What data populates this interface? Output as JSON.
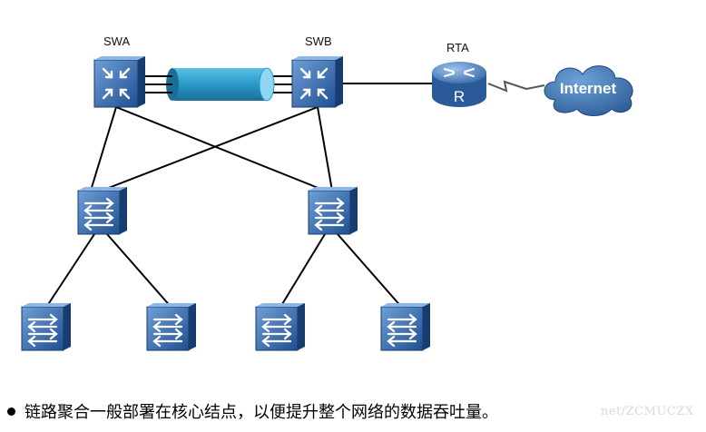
{
  "nodes": {
    "swa": "SWA",
    "swb": "SWB",
    "rta": "RTA",
    "internet": "Internet",
    "router_letter": "R"
  },
  "caption": "链路聚合一般部署在核心结点，以便提升整个网络的数据吞吐量。",
  "watermark": "net/ZCMUCZX",
  "colors": {
    "device_dark": "#1e4d8a",
    "device_light": "#4f86c9",
    "trunk": "#2a98c7",
    "cloud": "#2f67a3"
  }
}
